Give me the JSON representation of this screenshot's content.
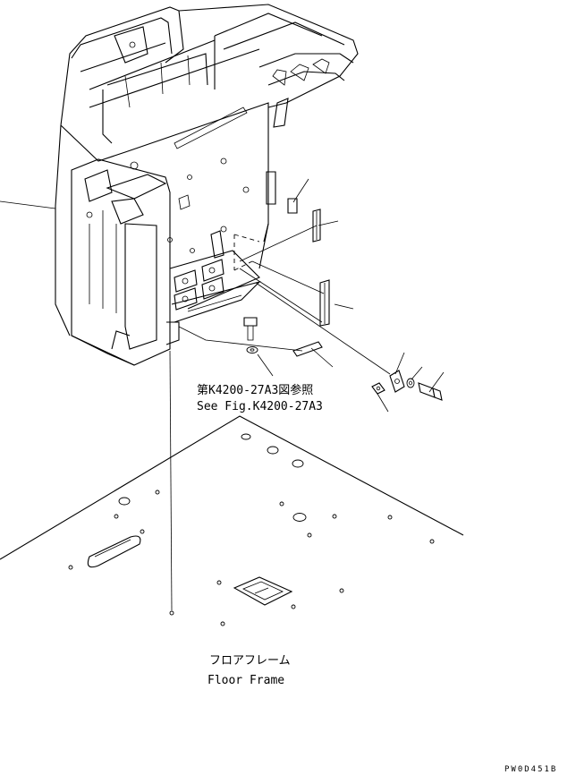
{
  "labels": {
    "ref_jp": "第K4200-27A3図参照",
    "ref_en": "See Fig.K4200-27A3",
    "floor_jp": "フロアフレーム",
    "floor_en": "Floor Frame",
    "drawing_code": "PW0D451B"
  }
}
